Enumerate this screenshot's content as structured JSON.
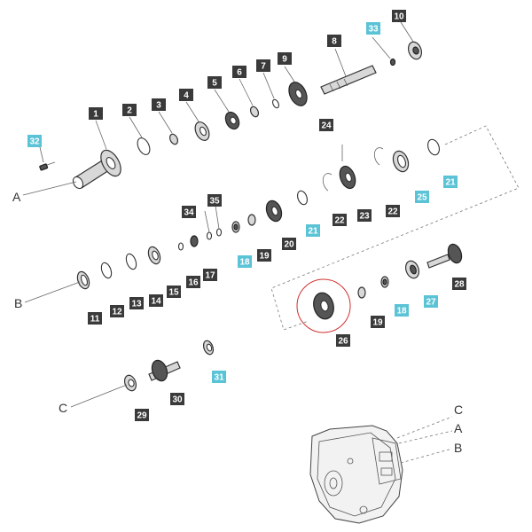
{
  "callouts": {
    "c1": "1",
    "c2": "2",
    "c3": "3",
    "c4": "4",
    "c5": "5",
    "c6": "6",
    "c7": "7",
    "c8": "8",
    "c9": "9",
    "c10": "10",
    "c11": "11",
    "c12": "12",
    "c13": "13",
    "c14": "14",
    "c15": "15",
    "c16": "16",
    "c17": "17",
    "c18a": "18",
    "c18b": "18",
    "c19a": "19",
    "c19b": "19",
    "c20": "20",
    "c21a": "21",
    "c21b": "21",
    "c22a": "22",
    "c22b": "22",
    "c23": "23",
    "c24": "24",
    "c25": "25",
    "c26": "26",
    "c27": "27",
    "c28": "28",
    "c29": "29",
    "c30": "30",
    "c31": "31",
    "c32": "32",
    "c33": "33",
    "c34": "34",
    "c35": "35"
  },
  "letters": {
    "a_left": "A",
    "b_left": "B",
    "c_left": "C",
    "c_right": "C",
    "a_right": "A",
    "b_right": "B"
  },
  "colors": {
    "dark_tag": "#3a3a3a",
    "highlight_tag": "#5bc3d6",
    "highlight_circle": "#d03030"
  }
}
